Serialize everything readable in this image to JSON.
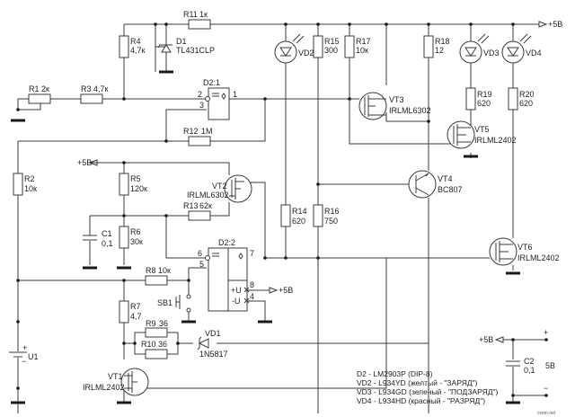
{
  "title": "Battery charger indicator schematic",
  "supply": {
    "label": "+5В",
    "output_label": "5В",
    "plus": "+",
    "minus": "−"
  },
  "components": {
    "R1": {
      "ref": "R1",
      "value": "2к"
    },
    "R2": {
      "ref": "R2",
      "value": "10к"
    },
    "R3": {
      "ref": "R3",
      "value": "4,7к"
    },
    "R4": {
      "ref": "R4",
      "value": "4,7к"
    },
    "R5": {
      "ref": "R5",
      "value": "120к"
    },
    "R6": {
      "ref": "R6",
      "value": "30к"
    },
    "R7": {
      "ref": "R7",
      "value": "4,7"
    },
    "R8": {
      "ref": "R8",
      "value": "10к"
    },
    "R9": {
      "ref": "R9",
      "value": "36"
    },
    "R10": {
      "ref": "R10",
      "value": "36"
    },
    "R11": {
      "ref": "R11",
      "value": "1к"
    },
    "R12": {
      "ref": "R12",
      "value": "1М"
    },
    "R13": {
      "ref": "R13",
      "value": "62к"
    },
    "R14": {
      "ref": "R14",
      "value": "620"
    },
    "R15": {
      "ref": "R15",
      "value": "300"
    },
    "R16": {
      "ref": "R16",
      "value": "750"
    },
    "R17": {
      "ref": "R17",
      "value": "10к"
    },
    "R18": {
      "ref": "R18",
      "value": "12"
    },
    "R19": {
      "ref": "R19",
      "value": "620"
    },
    "R20": {
      "ref": "R20",
      "value": "620"
    },
    "C1": {
      "ref": "C1",
      "value": "0,1"
    },
    "C2": {
      "ref": "C2",
      "value": "0,1"
    },
    "D1": {
      "ref": "D1",
      "value": "TL431CLP"
    },
    "D2_1": {
      "ref": "D2:1",
      "pins": [
        "2",
        "3",
        "1"
      ]
    },
    "D2_2": {
      "ref": "D2:2",
      "pins": [
        "6",
        "5",
        "7",
        "8",
        "4"
      ],
      "vplus": "+U",
      "vminus": "-U"
    },
    "VD1": {
      "ref": "VD1",
      "value": "1N5817"
    },
    "VD2": {
      "ref": "VD2"
    },
    "VD3": {
      "ref": "VD3"
    },
    "VD4": {
      "ref": "VD4"
    },
    "VT1": {
      "ref": "VT1",
      "value": "IRLML2402"
    },
    "VT2": {
      "ref": "VT2",
      "value": "IRLML6302"
    },
    "VT3": {
      "ref": "VT3",
      "value": "IRLML6302"
    },
    "VT4": {
      "ref": "VT4",
      "value": "BC807"
    },
    "VT5": {
      "ref": "VT5",
      "value": "IRLML2402"
    },
    "VT6": {
      "ref": "VT6",
      "value": "IRLML2402"
    },
    "SB1": {
      "ref": "SB1"
    },
    "U1": {
      "ref": "U1",
      "plus": "+",
      "minus": "−"
    }
  },
  "legend": [
    "D2 - LM2903P (DIP-8)",
    "VD2 - L934YD (желтый - \"ЗАРЯД\")",
    "VD3 - L934GD (зеленый - \"ПОДЗАРЯД\")",
    "VD4 - L934HD (красный - \"РАЗРЯД\")"
  ],
  "watermark": "cxem.net"
}
